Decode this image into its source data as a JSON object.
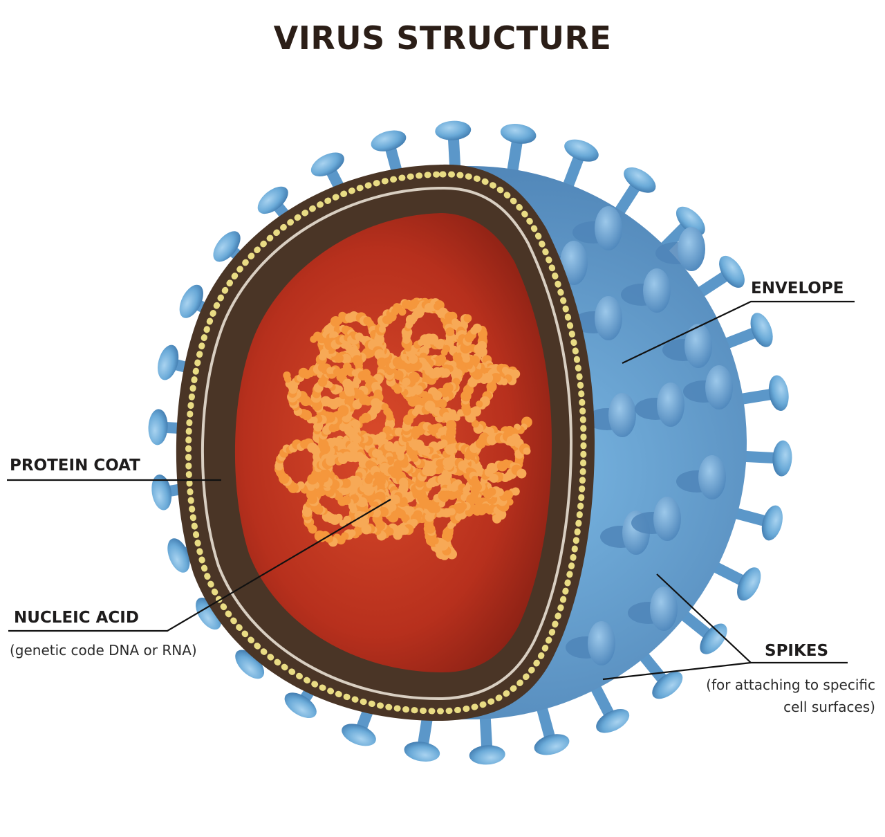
{
  "title": "VIRUS STRUCTURE",
  "labels": {
    "envelope": "ENVELOPE",
    "protein_coat": "PROTEIN COAT",
    "nucleic_acid": "NUCLEIC ACID",
    "nucleic_acid_note": "(genetic code DNA or RNA)",
    "spikes": "SPIKES",
    "spikes_note_1": "(for attaching to specific",
    "spikes_note_2": "cell surfaces)"
  },
  "colors": {
    "envelope": "#5d94c4",
    "spike": "#6aaad8",
    "shell_dark": "#4a3526",
    "shell_dots": "#e9dc84",
    "interior": "#b7301d",
    "rna": "#f5973c",
    "leader_line": "#111111"
  }
}
